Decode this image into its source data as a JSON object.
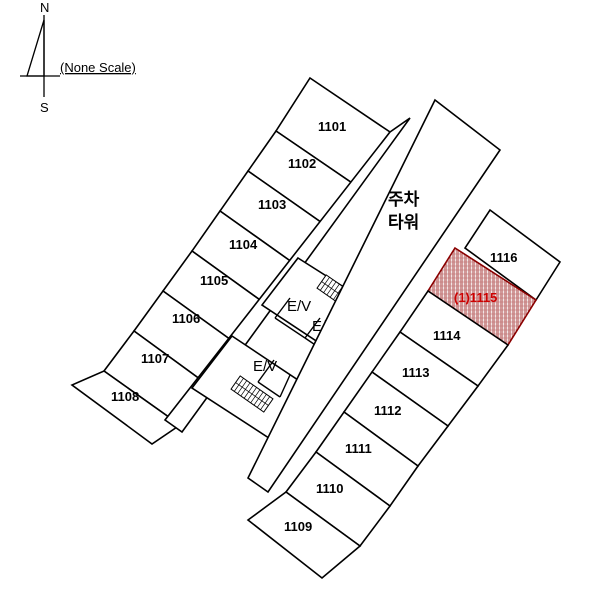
{
  "compass": {
    "north": "N",
    "south": "S"
  },
  "scale_note": "(None Scale)",
  "tower_label": [
    "주차",
    "타워"
  ],
  "elevator_label": "E/V",
  "units_left": [
    "1101",
    "1102",
    "1103",
    "1104",
    "1105",
    "1106",
    "1107",
    "1108"
  ],
  "units_right": [
    "1109",
    "1110",
    "1111",
    "1112",
    "1113",
    "1114"
  ],
  "unit_1116": "1116",
  "highlighted_unit": "(1)1115",
  "colors": {
    "highlight": "#cc0000",
    "outline": "#000000"
  }
}
